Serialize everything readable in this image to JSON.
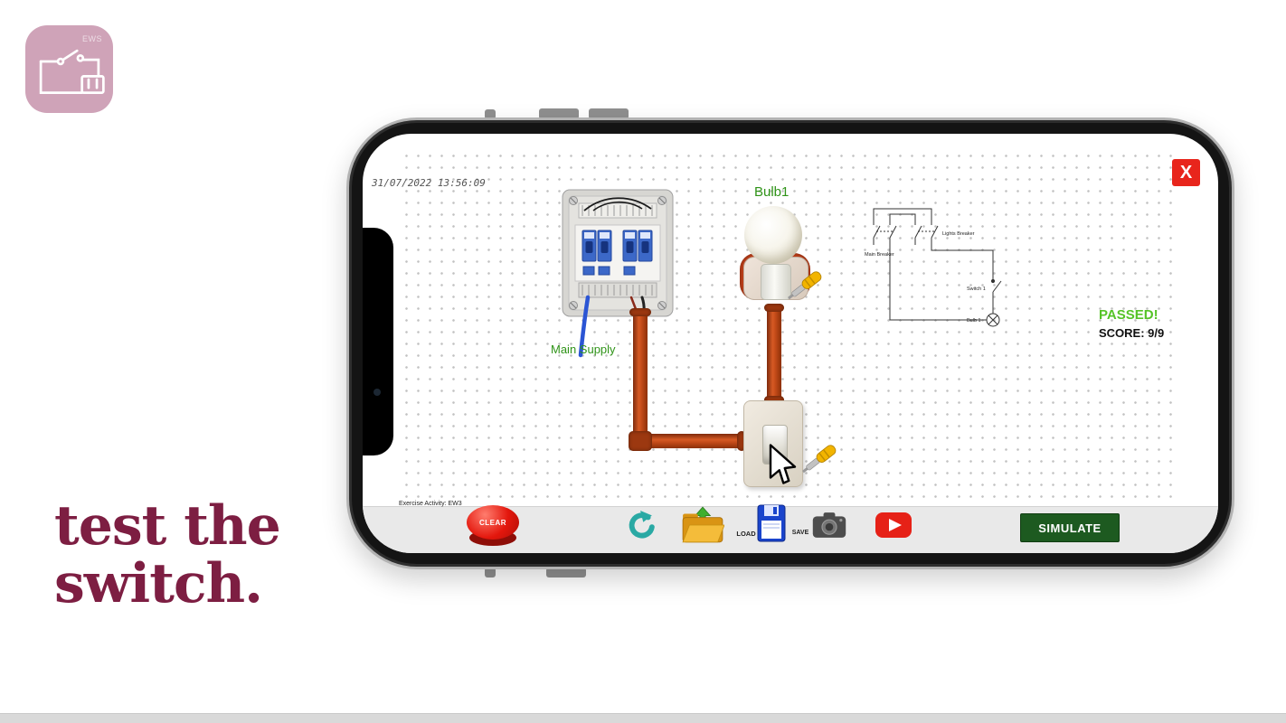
{
  "app_icon": {
    "label": "EWS"
  },
  "tagline": {
    "line1": "test the",
    "line2": "switch."
  },
  "sim": {
    "timestamp": "31/07/2022 13:56:09",
    "close_label": "X",
    "labels": {
      "bulb": "Bulb1",
      "main_supply": "Main Supply"
    },
    "schematic": {
      "main_breaker": "Main Breaker",
      "lights_breaker": "Lights Breaker",
      "switch1": "Switch 1",
      "bulb1": "Bulb 1"
    },
    "result": {
      "status": "PASSED!",
      "score": "SCORE: 9/9"
    },
    "toolbar": {
      "exercise_activity": "Exercise Activity: EW3",
      "clear": "CLEAR",
      "load": "LOAD",
      "save": "SAVE",
      "simulate": "SIMULATE"
    }
  },
  "colors": {
    "icon_pink": "#cfa3b8",
    "tagline_maroon": "#7d1e42",
    "pass_green": "#55c327",
    "label_green": "#2f9318",
    "pipe_orange": "#c24a18",
    "clear_red": "#e3170d",
    "close_red": "#e8251c",
    "simulate_green": "#1d5a20",
    "youtube_red": "#e62117",
    "save_blue": "#1a44cc",
    "undo_teal": "#2aa9a4"
  }
}
